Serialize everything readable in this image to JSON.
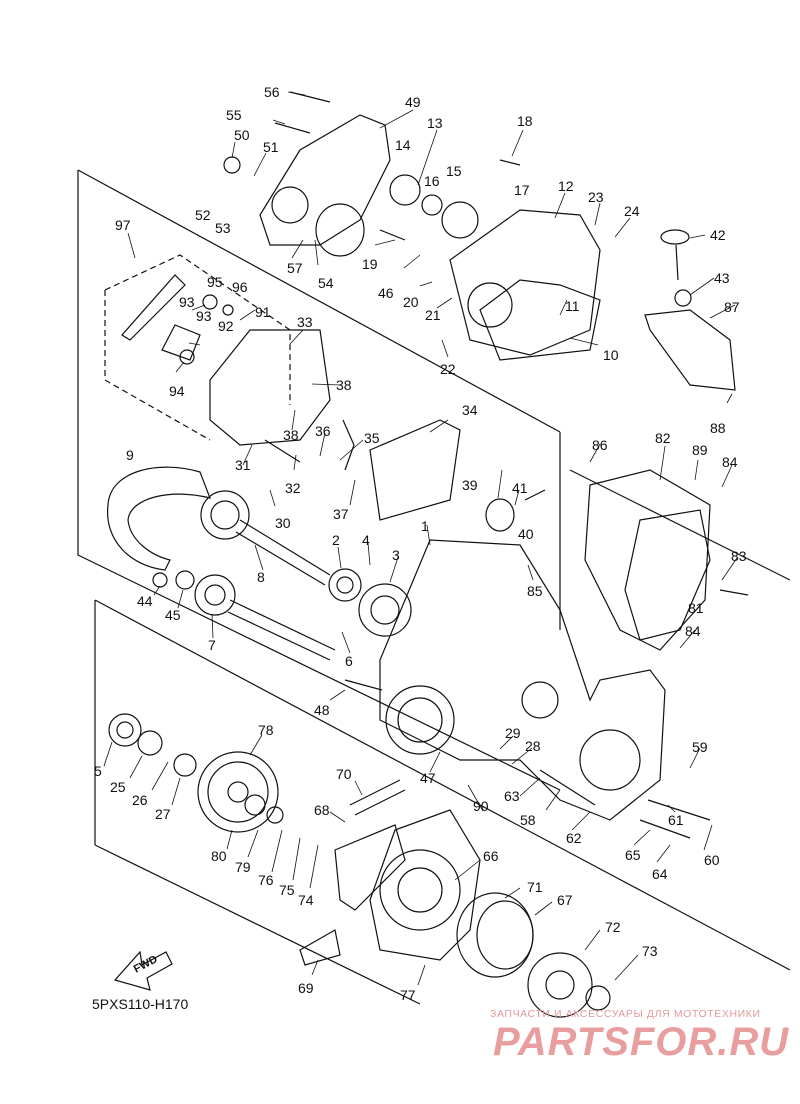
{
  "diagram": {
    "code": "5PXS110-H170",
    "fwd_label": "FWD",
    "watermark_tagline": "ЗАПЧАСТИ И АКСЕССУАРЫ ДЛЯ МОТОТЕХНИКИ",
    "watermark_logo": "PARTSFOR.RU",
    "part_numbers": [
      "1",
      "2",
      "3",
      "4",
      "5",
      "6",
      "7",
      "8",
      "9",
      "10",
      "11",
      "12",
      "13",
      "14",
      "15",
      "16",
      "17",
      "18",
      "19",
      "20",
      "21",
      "22",
      "23",
      "24",
      "25",
      "26",
      "27",
      "28",
      "29",
      "30",
      "31",
      "32",
      "33",
      "34",
      "35",
      "36",
      "37",
      "38",
      "38",
      "39",
      "40",
      "41",
      "42",
      "43",
      "44",
      "45",
      "46",
      "47",
      "48",
      "49",
      "50",
      "51",
      "52",
      "53",
      "54",
      "55",
      "56",
      "57",
      "58",
      "59",
      "60",
      "61",
      "62",
      "63",
      "64",
      "65",
      "66",
      "67",
      "68",
      "69",
      "70",
      "71",
      "72",
      "73",
      "74",
      "75",
      "76",
      "77",
      "78",
      "79",
      "80",
      "81",
      "82",
      "83",
      "84",
      "84",
      "85",
      "86",
      "87",
      "88",
      "89",
      "90",
      "91",
      "92",
      "93",
      "93",
      "94",
      "95",
      "96",
      "97"
    ]
  }
}
